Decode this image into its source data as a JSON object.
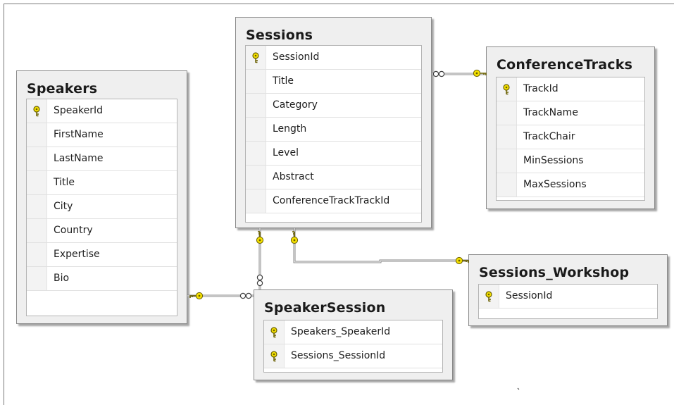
{
  "tables": {
    "speakers": {
      "title": "Speakers",
      "columns": [
        {
          "name": "SpeakerId",
          "key": true
        },
        {
          "name": "FirstName",
          "key": false
        },
        {
          "name": "LastName",
          "key": false
        },
        {
          "name": "Title",
          "key": false
        },
        {
          "name": "City",
          "key": false
        },
        {
          "name": "Country",
          "key": false
        },
        {
          "name": "Expertise",
          "key": false
        },
        {
          "name": "Bio",
          "key": false
        }
      ]
    },
    "sessions": {
      "title": "Sessions",
      "columns": [
        {
          "name": "SessionId",
          "key": true
        },
        {
          "name": "Title",
          "key": false
        },
        {
          "name": "Category",
          "key": false
        },
        {
          "name": "Length",
          "key": false
        },
        {
          "name": "Level",
          "key": false
        },
        {
          "name": "Abstract",
          "key": false
        },
        {
          "name": "ConferenceTrackTrackId",
          "key": false
        }
      ]
    },
    "conference_tracks": {
      "title": "ConferenceTracks",
      "columns": [
        {
          "name": "TrackId",
          "key": true
        },
        {
          "name": "TrackName",
          "key": false
        },
        {
          "name": "TrackChair",
          "key": false
        },
        {
          "name": "MinSessions",
          "key": false
        },
        {
          "name": "MaxSessions",
          "key": false
        }
      ]
    },
    "speaker_session": {
      "title": "SpeakerSession",
      "columns": [
        {
          "name": "Speakers_SpeakerId",
          "key": true
        },
        {
          "name": "Sessions_SessionId",
          "key": true
        }
      ]
    },
    "sessions_workshop": {
      "title": "Sessions_Workshop",
      "columns": [
        {
          "name": "SessionId",
          "key": true
        }
      ]
    }
  },
  "relationships": [
    {
      "from": "sessions",
      "to": "conference_tracks",
      "from_end": "many",
      "to_end": "one"
    },
    {
      "from": "sessions",
      "to": "speaker_session",
      "from_end": "one",
      "to_end": "many"
    },
    {
      "from": "speakers",
      "to": "speaker_session",
      "from_end": "one",
      "to_end": "many"
    },
    {
      "from": "sessions",
      "to": "sessions_workshop",
      "from_end": "one",
      "to_end": "one"
    }
  ],
  "colors": {
    "key_gold": "#f4e000",
    "line": "#8a8a8a"
  }
}
